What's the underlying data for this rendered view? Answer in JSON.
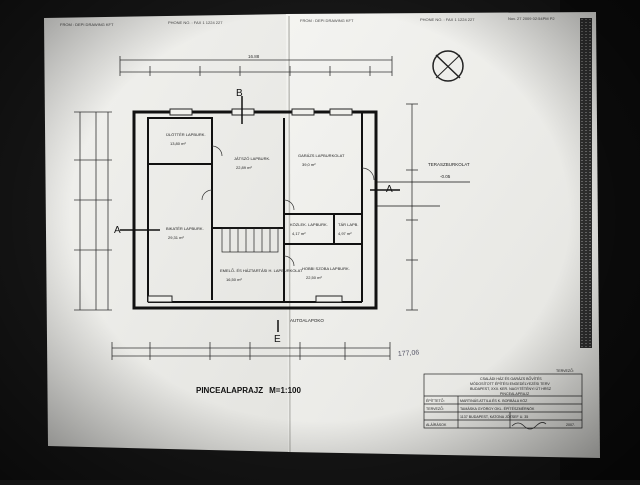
{
  "sheet": {
    "header_left": "FROM : DEPI DRAWING KFT",
    "header_phone": "PHONE NO. : FAX 1 1224 227",
    "header_right": "FROM : DEPI DRAWING KFT",
    "header_phone_right": "PHONE NO. : FAX 1 1224 227",
    "header_date": "Nov. 27 2009 02:54PM P2"
  },
  "plan": {
    "title": "PINCEALAPRAJZ",
    "scale": "M=1:100",
    "top_dim_total": "16.88",
    "area_note": "177,06",
    "section_marks": {
      "a": "A",
      "b": "B",
      "e": "E"
    },
    "terrace_label": "TERASZBURKOLAT",
    "terrace_level": "-0.05",
    "entrance_label": "AUTOALAPOKO",
    "rooms": [
      {
        "name": "ÜLÖTTÉR LAPBURK.",
        "area": "13,80 m²"
      },
      {
        "name": "JÁTSZÓ LAPBURK.",
        "area": "22,89 m²"
      },
      {
        "name": "GARÁZS LAPBURKOLAT",
        "area": "39,0 m²"
      },
      {
        "name": "BIKATÉR LAPBURK.",
        "area": "29,31 m²"
      },
      {
        "name": "KÖZLEK. LAPBURK.",
        "area": "4,17 m²"
      },
      {
        "name": "TÁR LAPB.",
        "area": "4,97 m²"
      },
      {
        "name": "EMELŐ- ÉS HÁZTARTÁSI H. LAPBURKOLAT",
        "area": "16,50 m²"
      },
      {
        "name": "HOBBI SZOBA LAPBURK.",
        "area": "22,50 m²"
      }
    ]
  },
  "title_block": {
    "heading": "TERVEZŐ:",
    "line1": "CSALÁDI HÁZ ÉS GARÁZS BŐVÍTÉS",
    "line2": "MÓDOSÍTOTT ÉPÍTÉSI ENGEDÉLYEZÉSI TERV",
    "line3": "BUDAPEST, XXII. KER. NAGYTÉTÉNYI ÚT HRSZ",
    "line4": "PINCEALAPRAJZ",
    "row_epitteto": "ÉPÍTTETŐ:",
    "row_tervezo": "TERVEZŐ:",
    "row_alairas": "ALÁÍRÁSOK",
    "owner": "MARTINÁS ATTILA ÉS K. BORBÁLA KÖZ",
    "designer": "TAMÁSKA GYÖRGY OKL. ÉPÍTÉSZMÉRNÖK",
    "address": "1137 BUDAPEST, KATONA JÓZSEF U. 35",
    "date": "2007."
  }
}
